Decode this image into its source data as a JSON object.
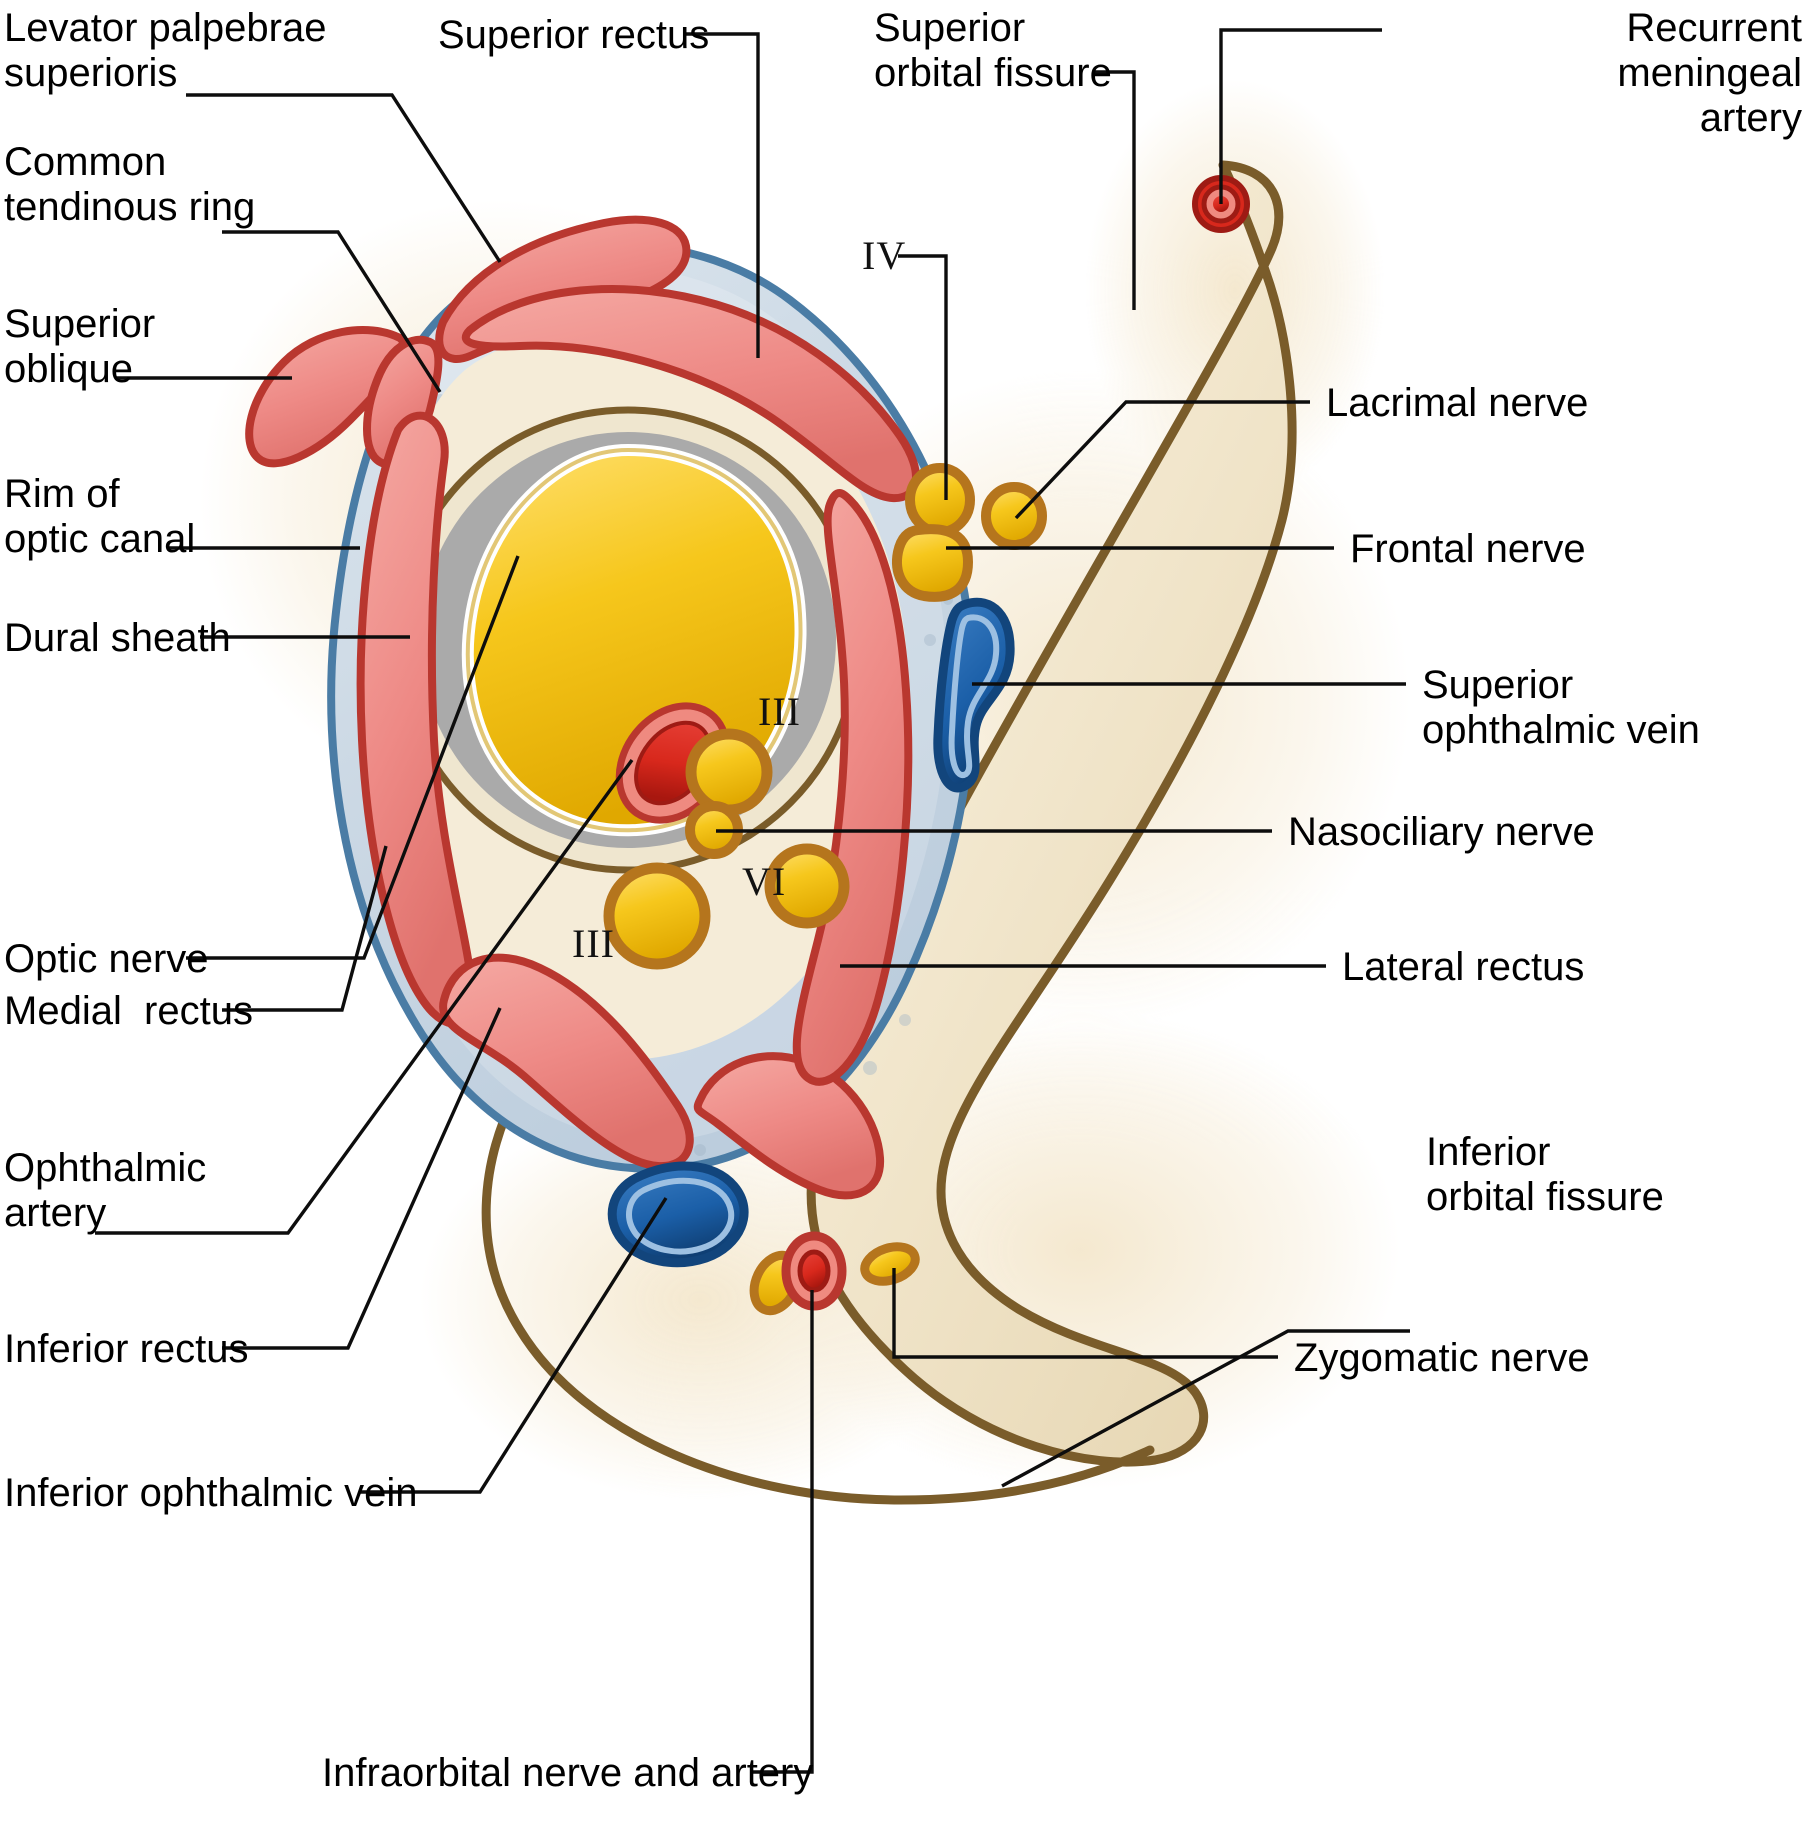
{
  "figure": {
    "title": "Cross-section of the orbital apex / superior orbital fissure region",
    "background_color": "#ffffff",
    "leader_line_color": "#0d0d0d"
  },
  "palette": {
    "muscle_fill": "#ee8a86",
    "muscle_stroke": "#b9372f",
    "tendinous_ring_fill": "#cfdbe6",
    "tendinous_ring_stroke": "#4a7ca5",
    "bone_fill": "#f6efdc",
    "bone_stroke": "#7a5c2a",
    "nerve_fill": "#f6c71c",
    "nerve_stroke": "#b5751d",
    "artery_fill": "#d8281c",
    "artery_stroke": "#9e1b14",
    "artery_wall": "#ef8a80",
    "vein_fill": "#1b5fa8",
    "vein_stroke": "#12457c",
    "vein_wall": "#9dc0e2",
    "dura_fill": "#aaaaaa",
    "dural_sheath_fill": "#efe6cf",
    "optic_nerve_fill": "#f6c71c"
  },
  "labels_left": [
    {
      "id": "levator-palpebrae-superioris",
      "text": "Levator palpebrae\nsuperioris"
    },
    {
      "id": "common-tendinous-ring",
      "text": "Common\ntendinous ring"
    },
    {
      "id": "superior-oblique",
      "text": "Superior\noblique"
    },
    {
      "id": "rim-of-optic-canal",
      "text": "Rim of\noptic canal"
    },
    {
      "id": "dural-sheath",
      "text": "Dural sheath"
    },
    {
      "id": "optic-nerve",
      "text": "Optic nerve"
    },
    {
      "id": "medial-rectus",
      "text": "Medial  rectus"
    },
    {
      "id": "ophthalmic-artery",
      "text": "Ophthalmic\nartery"
    },
    {
      "id": "inferior-rectus",
      "text": "Inferior rectus"
    },
    {
      "id": "inferior-ophthalmic-vein",
      "text": "Inferior ophthalmic vein"
    }
  ],
  "labels_top": [
    {
      "id": "superior-rectus",
      "text": "Superior rectus"
    },
    {
      "id": "superior-orbital-fissure",
      "text": "Superior\norbital fissure"
    }
  ],
  "labels_right": [
    {
      "id": "recurrent-meningeal-artery",
      "text": "Recurrent\nmeningeal\nartery"
    },
    {
      "id": "lacrimal-nerve",
      "text": "Lacrimal nerve"
    },
    {
      "id": "frontal-nerve",
      "text": "Frontal nerve"
    },
    {
      "id": "superior-ophthalmic-vein",
      "text": "Superior\nophthalmic vein"
    },
    {
      "id": "nasociliary-nerve",
      "text": "Nasociliary nerve"
    },
    {
      "id": "lateral-rectus",
      "text": "Lateral rectus"
    },
    {
      "id": "inferior-orbital-fissure",
      "text": "Inferior\norbital fissure"
    },
    {
      "id": "zygomatic-nerve",
      "text": "Zygomatic nerve"
    }
  ],
  "labels_bottom": [
    {
      "id": "infraorbital-nerve-and-artery",
      "text": "Infraorbital nerve and artery"
    }
  ],
  "roman_numerals": [
    {
      "id": "cn-iv",
      "text": "IV"
    },
    {
      "id": "cn-iii-superior",
      "text": "III"
    },
    {
      "id": "cn-vi",
      "text": "VI"
    },
    {
      "id": "cn-iii-inferior",
      "text": "III"
    }
  ]
}
